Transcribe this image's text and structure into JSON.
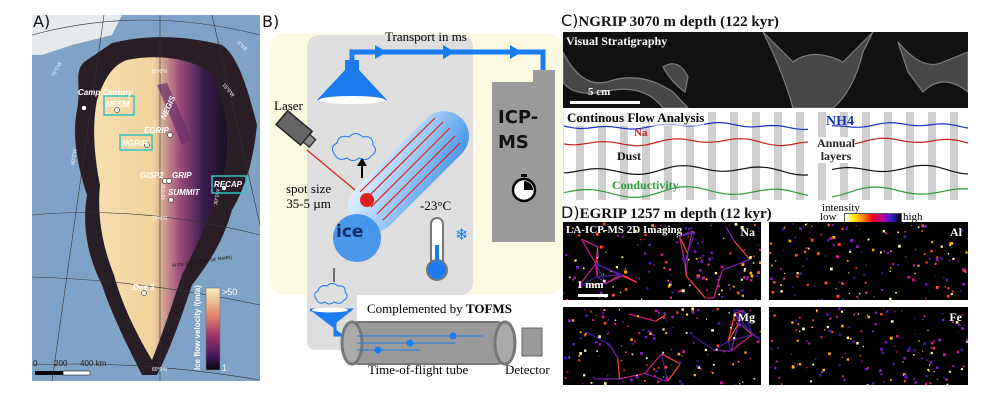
{
  "panel_a": {
    "label": "A)",
    "sites": [
      "Camp Century",
      "NEEM",
      "NEGIS",
      "EGRIP",
      "NGRIP",
      "GISP2",
      "GRIP",
      "SUMMIT",
      "RECAP",
      "Dye 3"
    ],
    "highlighted_sites": [
      "NEEM",
      "NGRIP",
      "RECAP"
    ],
    "gridlines": [
      "80°0'N",
      "70°0'N",
      "60°0'N",
      "75°0'W",
      "60°0'W",
      "45°0'W",
      "30°0'W",
      "15°0'W",
      "0°0'E"
    ],
    "arctic_circle": "Arctic Circle (66° 34' North)",
    "scalebar": [
      "0",
      "200",
      "400 km"
    ],
    "colorbar": {
      "title": "Ice flow velocity /(m/a)",
      "max": ">50",
      "min": "1"
    },
    "colors": {
      "highlight_box": "#2ec4c0",
      "ocean": "#7fa3c6"
    }
  },
  "panel_b": {
    "label": "B)",
    "transport": "Transport in ms",
    "laser": "Laser",
    "spot_size": [
      "spot size",
      "35-5 µm"
    ],
    "ice": "ice",
    "temperature": "-23°C",
    "icpms": [
      "ICP-",
      "MS"
    ],
    "tofms_prefix": "Complemented by",
    "tofms": "TOFMS",
    "tube": "Time-of-flight tube",
    "detector": "Detector",
    "colors": {
      "blue": "#1a7cf0",
      "gray": "#9a9a9a",
      "laser": "#e0201a",
      "bg": "#fbfae0"
    }
  },
  "panel_c": {
    "label": "C)",
    "title": "NGRIP 3070 m depth (122 kyr)",
    "vs_label": "Visual Stratigraphy",
    "vs_scale": "5 cm",
    "cfa_label": "Continous Flow Analysis",
    "traces": [
      {
        "name": "NH4",
        "color": "#1a2fc8"
      },
      {
        "name": "Na",
        "color": "#c81e1e"
      },
      {
        "name": "Dust",
        "color": "#111111"
      },
      {
        "name": "Conductivity",
        "color": "#2a9a3a"
      }
    ],
    "annual_layers": [
      "Annual",
      "layers"
    ]
  },
  "panel_d": {
    "label": "D)",
    "title": "EGRIP 1257 m depth (12 kyr)",
    "intensity": {
      "title": "intensity",
      "low": "low",
      "high": "high"
    },
    "method": "LA-ICP-MS 2D Imaging",
    "scale": "1 mm",
    "elements": [
      "Na",
      "Al",
      "Mg",
      "Fe"
    ]
  }
}
